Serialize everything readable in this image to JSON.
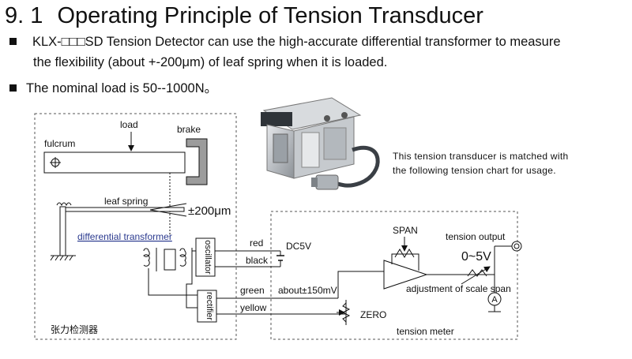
{
  "heading": {
    "number": "9. 1",
    "title": "Operating Principle of Tension Transducer"
  },
  "bullets": [
    {
      "line1": "KLX-□□□SD Tension Detector can use the high-accurate differential transformer to measure",
      "line2": "the flexibility (about +-200μm) of leaf spring when it is loaded."
    },
    {
      "line1": "The nominal load is 50--1000N。"
    }
  ],
  "photo_caption": {
    "line1": "This tension transducer is matched with",
    "line2": "the following tension chart for usage."
  },
  "diagram": {
    "left_box_label": "张力检测器",
    "right_box_label": "tension meter",
    "fulcrum": "fulcrum",
    "load": "load",
    "brake": "brake",
    "leaf_spring": "leaf spring",
    "deflection": "±200μm",
    "differential_transformer": "differential transformer",
    "oscillator": "oscillator",
    "rectifier": "rectifier",
    "wire_red": "red",
    "wire_black": "black",
    "wire_green": "green",
    "wire_yellow": "yellow",
    "supply": "DC5V",
    "signal": "about±150mV",
    "span": "SPAN",
    "zero": "ZERO",
    "tension_output": "tension output",
    "output_range": "0~5V",
    "scale_adjust": "adjustment of scale span",
    "meter_symbol": "A"
  },
  "colors": {
    "text": "#111111",
    "diff_transformer_text": "#2b3a8f",
    "photo_metal": "#c8cbcf",
    "photo_dark": "#3a3f45"
  }
}
